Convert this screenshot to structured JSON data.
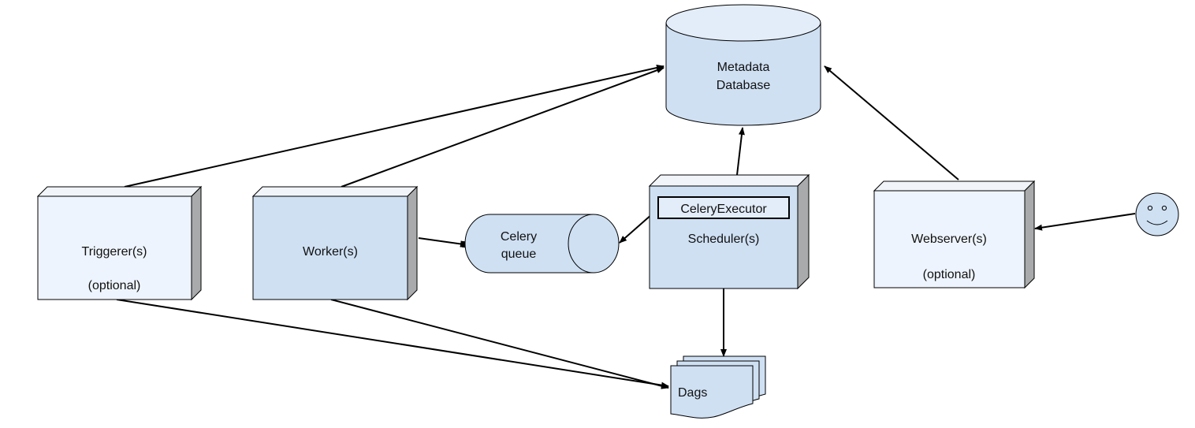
{
  "nodes": {
    "metadata_db": {
      "label_line1": "Metadata",
      "label_line2": "Database"
    },
    "triggerer": {
      "label": "Triggerer(s)",
      "sublabel": "(optional)"
    },
    "worker": {
      "label": "Worker(s)"
    },
    "celery_queue": {
      "label_line1": "Celery",
      "label_line2": "queue"
    },
    "scheduler": {
      "label": "Scheduler(s)",
      "executor_label": "CeleryExecutor"
    },
    "webserver": {
      "label": "Webserver(s)",
      "sublabel": "(optional)"
    },
    "dags": {
      "label": "Dags"
    },
    "user": {
      "icon": "smiley-face-icon"
    }
  },
  "colors": {
    "light_box": "#eef4fd",
    "dark_box": "#cfe0f3",
    "box_side": "#a9aaac",
    "box_top": "#f1f4f8",
    "outline": "#000000"
  }
}
